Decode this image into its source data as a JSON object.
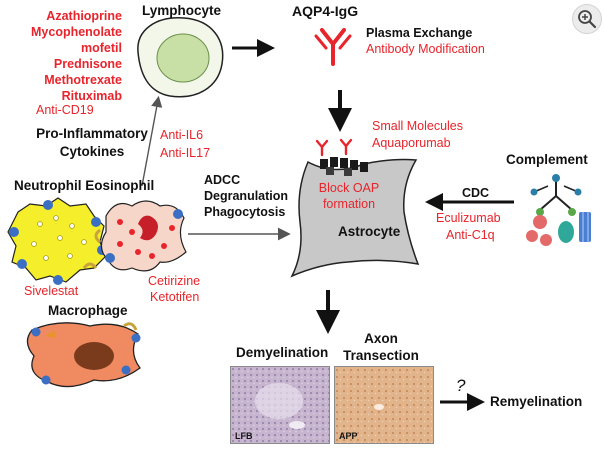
{
  "lymphocyte": {
    "title": "Lymphocyte",
    "drugs": [
      "Azathioprine",
      "Mycophenolate",
      "mofetil",
      "Prednisone",
      "Methotrexate",
      "Rituximab"
    ],
    "anti_cd19": "Anti-CD19"
  },
  "aqp4": {
    "title": "AQP4-IgG",
    "plasma_exchange": "Plasma Exchange",
    "antibody_modification": "Antibody Modification"
  },
  "cytokines": {
    "label_line1": "Pro-Inflammatory",
    "label_line2": "Cytokines",
    "drug1": "Anti-IL6",
    "drug2": "Anti-IL17"
  },
  "granulocytes": {
    "neutrophil_eosinophil": "Neutrophil Eosinophil",
    "sivelestat": "Sivelestat",
    "cetirizine": "Cetirizine",
    "ketotifen": "Ketotifen"
  },
  "effector": {
    "adcc": "ADCC",
    "degranulation": "Degranulation",
    "phagocytosis": "Phagocytosis"
  },
  "astrocyte": {
    "label": "Astrocyte",
    "block_oap_line1": "Block OAP",
    "block_oap_line2": "formation",
    "small_molecules": "Small Molecules",
    "aquaporumab": "Aquaporumab"
  },
  "complement": {
    "title": "Complement",
    "cdc": "CDC",
    "eculizumab": "Eculizumab",
    "anti_c1q": "Anti-C1q"
  },
  "macrophage": {
    "title": "Macrophage"
  },
  "outcomes": {
    "demyelination": "Demyelination",
    "axon_line1": "Axon",
    "axon_line2": "Transection",
    "lfb": "LFB",
    "app": "APP",
    "question": "?",
    "remyelination": "Remyelination"
  },
  "colors": {
    "drug_text": "#e8242c",
    "label_text": "#111111",
    "astrocyte_fill": "#c8c8c8",
    "neutrophil_fill": "#f5ee2a",
    "eosinophil_fill": "#f6d6c8",
    "receptor_blue": "#3b6fc4",
    "macrophage_fill": "#f08a60"
  },
  "icons": {
    "zoom": "zoom-in-icon"
  }
}
